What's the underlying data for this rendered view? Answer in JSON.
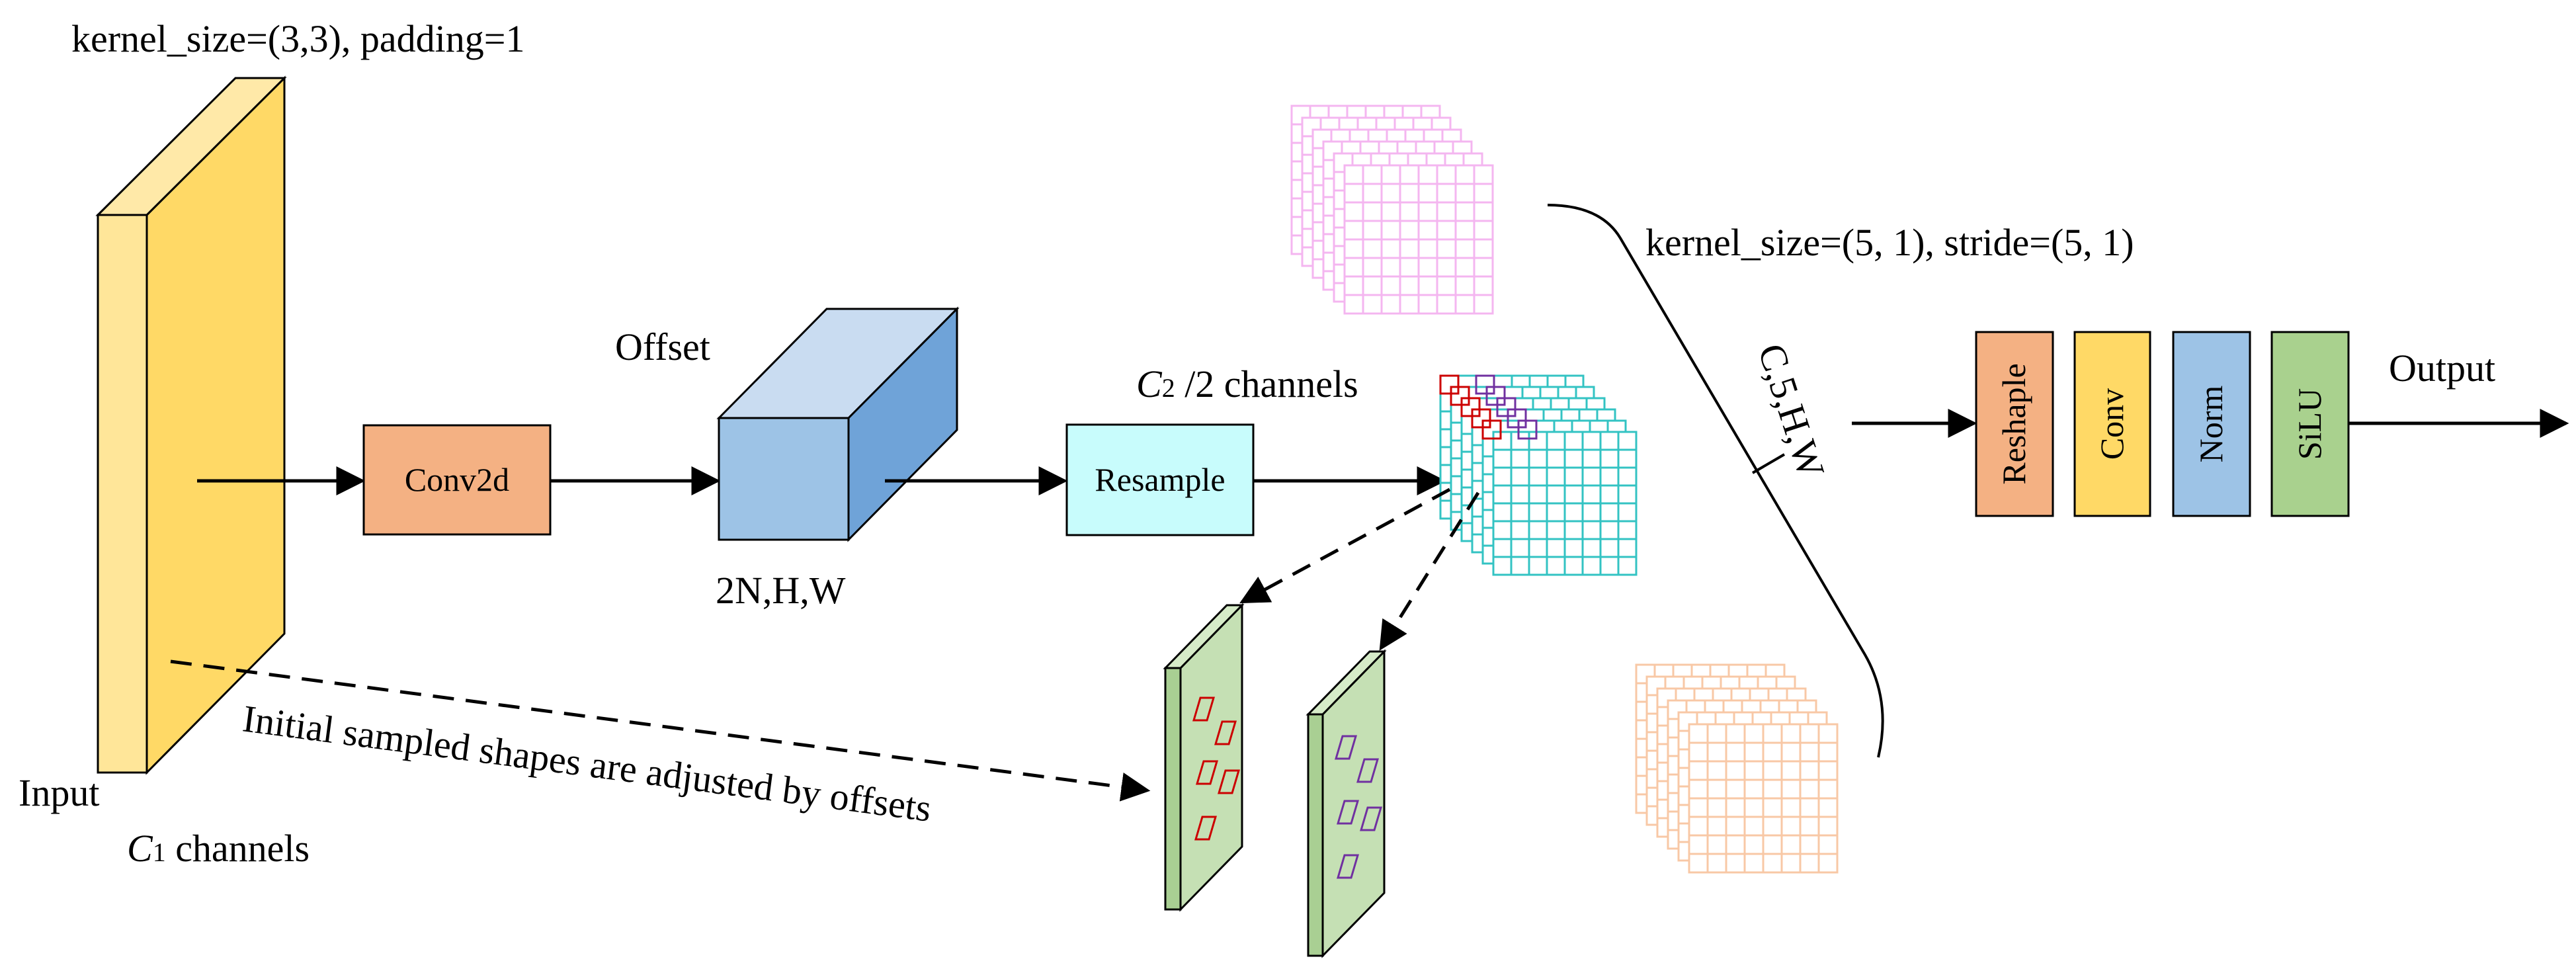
{
  "labels": {
    "kernel_top": "kernel_size=(3,3), padding=1",
    "input": "Input",
    "c1_italic": "C",
    "c1_sub": "1",
    "c1_rest": " channels",
    "offset": "Offset",
    "offset_shape": "2N,H,W",
    "c2_italic": "C",
    "c2_sub": "2",
    "c2_rest": " /2 channels",
    "kernel_right": "kernel_size=(5, 1), stride=(5, 1)",
    "c5hw": "C,5,H,W",
    "output": "Output",
    "dashed_caption": "Initial sampled shapes are adjusted by offsets"
  },
  "boxes": {
    "conv2d": "Conv2d",
    "resample": "Resample",
    "reshape": "Reshaple",
    "conv": "Conv",
    "norm": "Norm",
    "silu": "SiLU"
  },
  "colors": {
    "input_front": "#ffd966",
    "input_side": "#ffe699",
    "conv2d": "#f4b183",
    "offset_front": "#9dc3e6",
    "offset_top": "#c9dcf1",
    "offset_side": "#6fa3d8",
    "resample": "#c8fcfc",
    "reshape": "#f4b183",
    "conv": "#ffd966",
    "norm": "#9dc3e6",
    "silu": "#a9d18e",
    "grid_pink": "#f4b6f0",
    "grid_cyan": "#33c3c3",
    "grid_peach": "#f8c8a6",
    "plate_green": "#c5e0b4",
    "shape_red": "#cc0000",
    "shape_purple": "#7030a0"
  }
}
